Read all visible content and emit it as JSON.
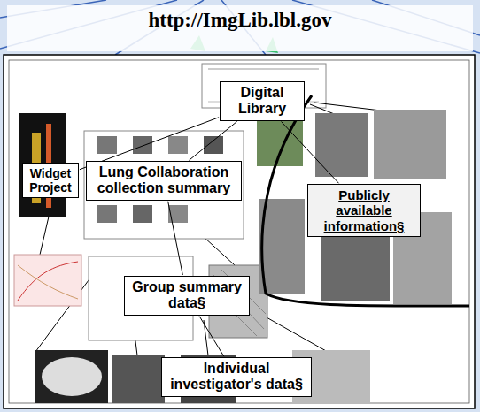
{
  "diagram": {
    "title": "http://ImgLib.lbl.gov",
    "nodes": [
      {
        "text": [
          "Digital Library"
        ]
      },
      {
        "text": [
          "Widget Project"
        ]
      },
      {
        "text": [
          "Lung Collaboration collection summary"
        ]
      },
      {
        "text": [
          "Publicly available information§"
        ]
      },
      {
        "text": [
          "Group summary data§"
        ]
      },
      {
        "text": [
          "Individual investigator's data§"
        ]
      }
    ],
    "edges": [
      {
        "from": 0,
        "to": 1,
        "arrow": "none"
      },
      {
        "from": 0,
        "to": 2,
        "arrow": "none"
      },
      {
        "from": 0,
        "to": 3,
        "arrow": "none"
      },
      {
        "from": 2,
        "to": 4,
        "arrow": "none"
      },
      {
        "from": 4,
        "to": 5,
        "arrow": "none"
      }
    ]
  }
}
